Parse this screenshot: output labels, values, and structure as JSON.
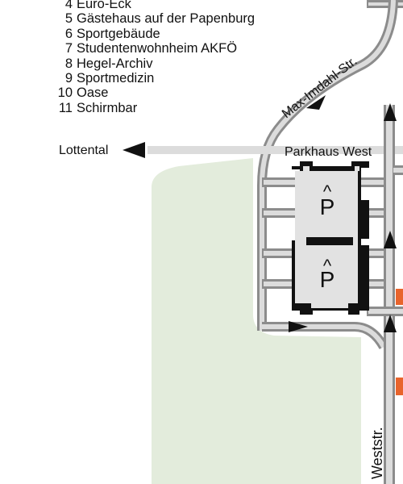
{
  "legend": {
    "items": [
      {
        "number": "4",
        "name": "Euro-Eck"
      },
      {
        "number": "5",
        "name": "Gästehaus auf der Papenburg"
      },
      {
        "number": "6",
        "name": "Sportgebäude"
      },
      {
        "number": "7",
        "name": "Studentenwohnheim AKFÖ"
      },
      {
        "number": "8",
        "name": "Hegel-Archiv"
      },
      {
        "number": "9",
        "name": "Sportmedizin"
      },
      {
        "number": "10",
        "name": "Oase"
      },
      {
        "number": "11",
        "name": "Schirmbar"
      }
    ]
  },
  "labels": {
    "lottental": "Lottental",
    "parkhaus": "Parkhaus West",
    "max_imdahl": "Max-Imdahl-Str.",
    "weststr": "Weststr.",
    "parking_symbol": "P",
    "parking_hat": "^"
  },
  "colors": {
    "road_outline": "#8c8c8c",
    "road_fill": "#dcdcdc",
    "green_area": "#e3ecdc",
    "building_fill": "#e2e2e2",
    "building_outline": "#111111",
    "marker": "#e8642c",
    "arrow": "#111111"
  }
}
